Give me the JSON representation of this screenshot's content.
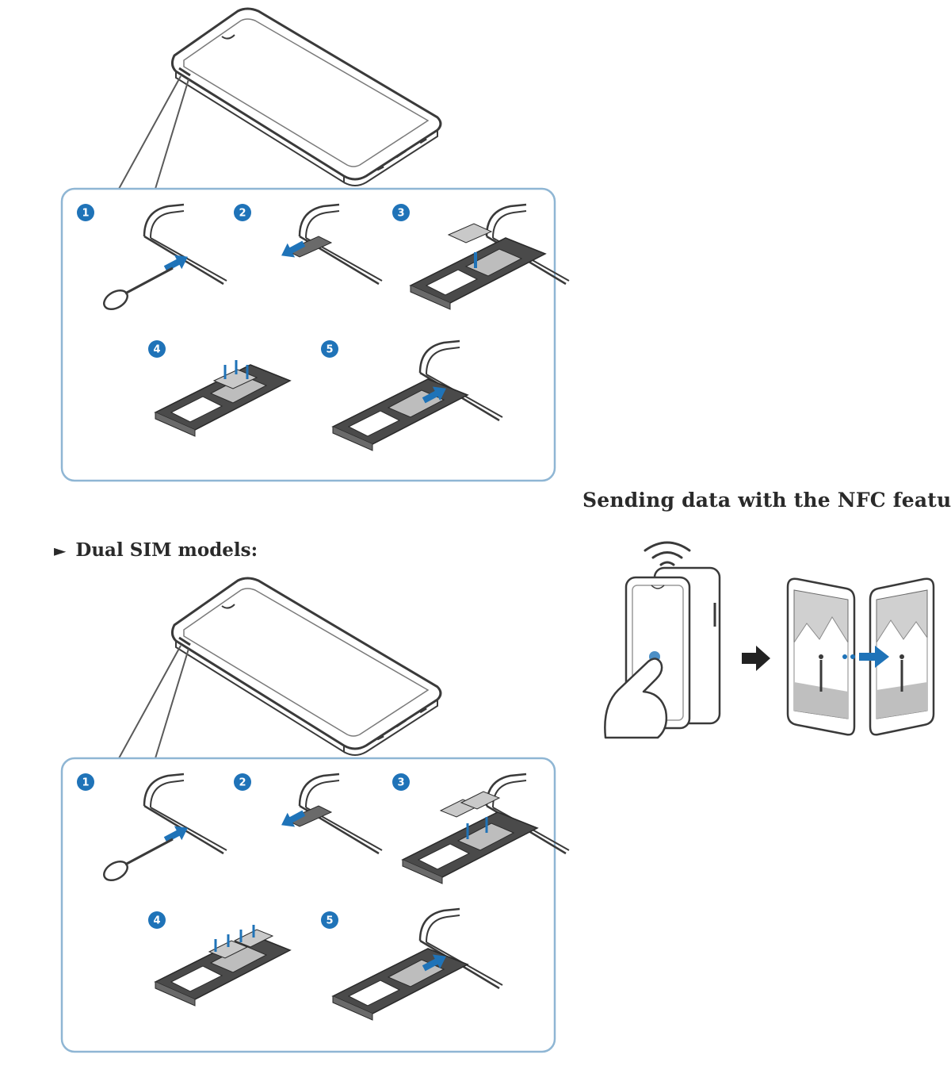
{
  "nfc_section": {
    "title": "Sending data with the NFC feature"
  },
  "dual_sim": {
    "label": "Dual SIM models:",
    "bullet": "►"
  },
  "steps": [
    "1",
    "2",
    "3",
    "4",
    "5"
  ],
  "colors": {
    "accent": "#1f73b8",
    "line": "#3a3a3a",
    "box": "#8fb6d4",
    "tray": "#4a4a4a",
    "sim": "#c9c9c9"
  },
  "icons": [
    "wifi-signal-icon",
    "arrow-right-icon",
    "finger-icon"
  ]
}
